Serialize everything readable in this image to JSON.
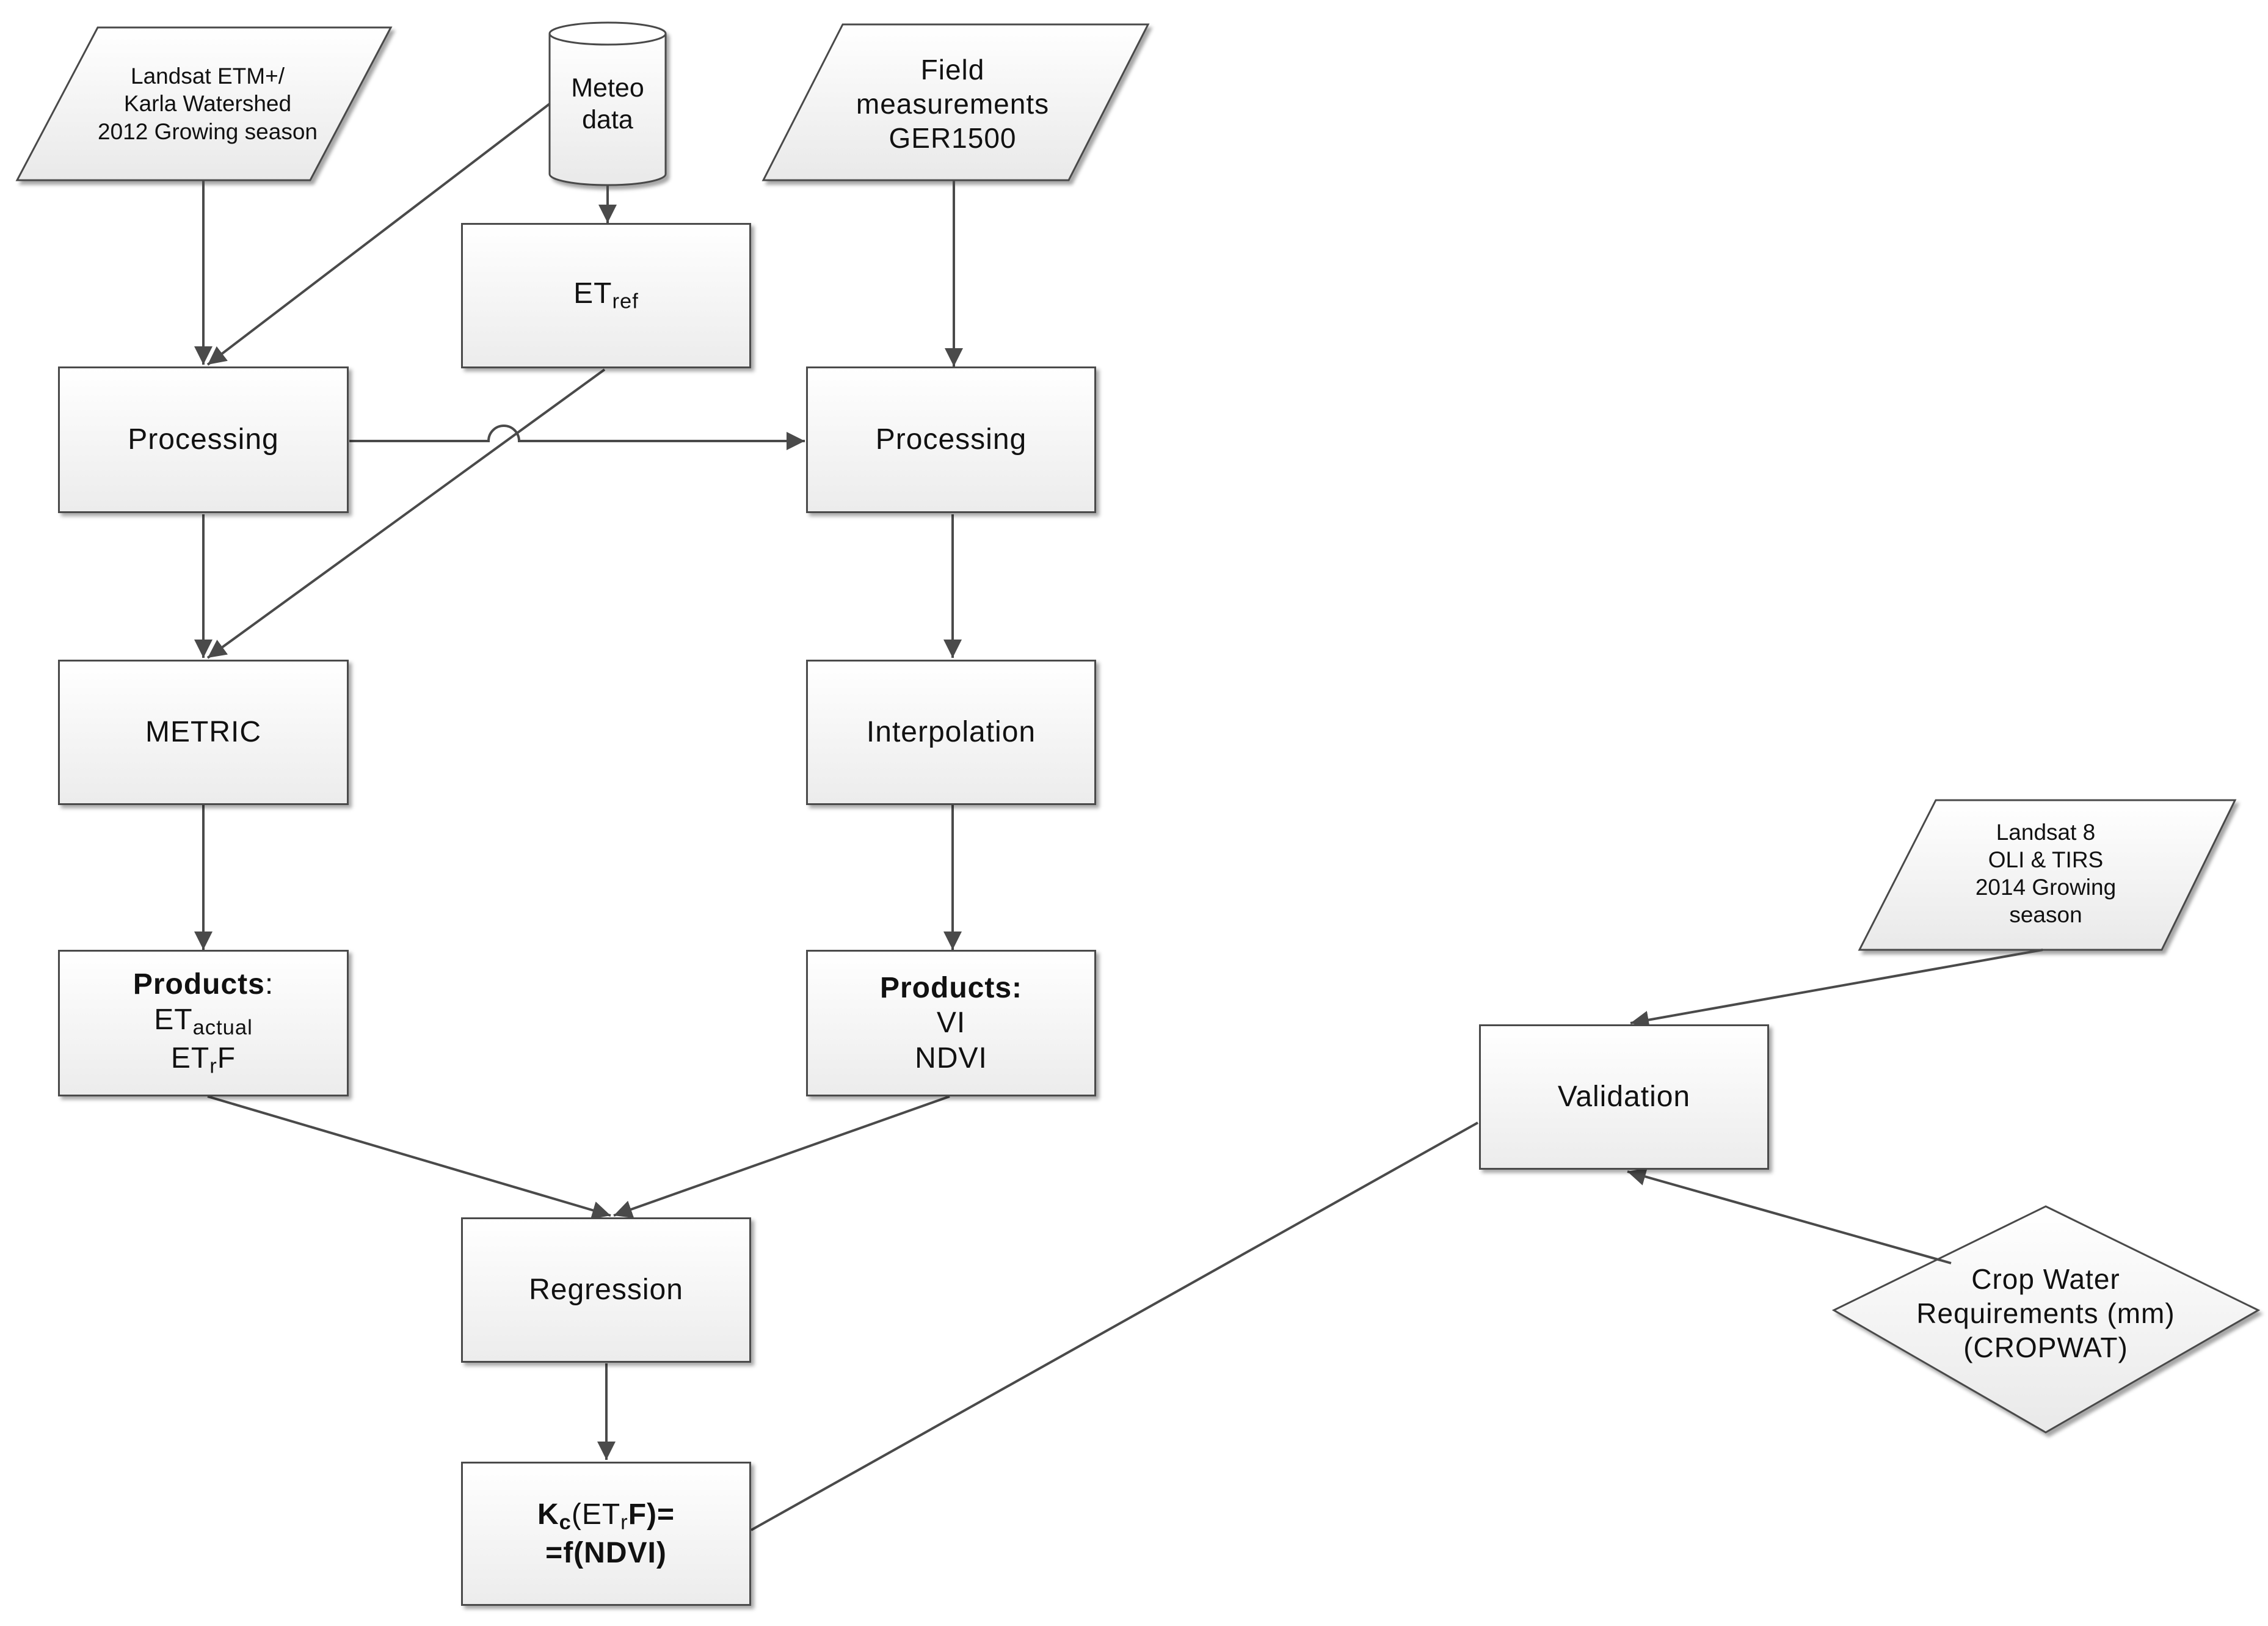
{
  "inputs": {
    "landsat7": {
      "line1": "Landsat ETM+/",
      "line2": "Karla Watershed",
      "line3": "2012 Growing season"
    },
    "meteo": {
      "line1": "Meteo",
      "line2": "data"
    },
    "field": {
      "line1": "Field",
      "line2": "measurements",
      "line3": "GER1500"
    },
    "landsat8": {
      "line1": "Landsat 8",
      "line2": "OLI & TIRS",
      "line3": "2014 Growing",
      "line4": "season"
    },
    "cropwat": {
      "line1": "Crop Water",
      "line2": "Requirements (mm)",
      "line3": "(CROPWAT)"
    }
  },
  "process": {
    "etref": {
      "main": "ET",
      "sub": "ref"
    },
    "processing_left": "Processing",
    "processing_right": "Processing",
    "metric": "METRIC",
    "interpolation": "Interpolation",
    "regression": "Regression",
    "validation": "Validation"
  },
  "products_left": {
    "title": "Products",
    "colon": ":",
    "et_main": "ET",
    "et_sub": "actual",
    "etrf_a": "ET",
    "etrf_sub": "r",
    "etrf_b": "F"
  },
  "products_right": {
    "title": "Products:",
    "line1": "VI",
    "line2": "NDVI"
  },
  "kc": {
    "k": "K",
    "k_sub": "c",
    "paren_open": "(ET",
    "r_sub": "r",
    "paren_close": "F)=",
    "line2": "=f(NDVI)"
  },
  "colors": {
    "stroke": "#4a4a4a",
    "fill_top": "#ffffff",
    "fill_bottom": "#ececec"
  }
}
